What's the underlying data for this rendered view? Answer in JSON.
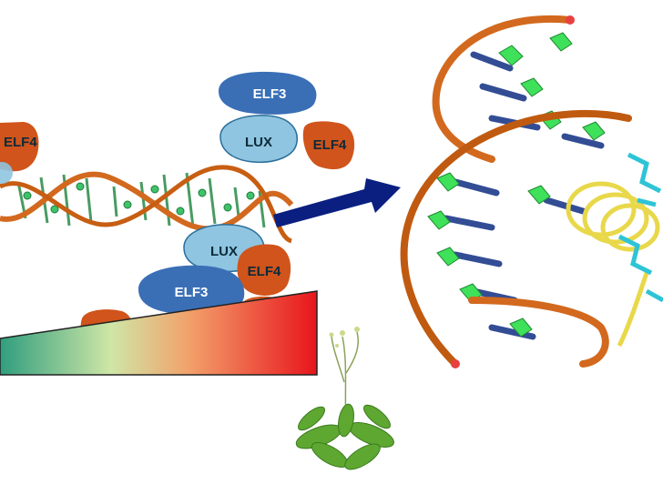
{
  "proteins": {
    "elf3": "ELF3",
    "lux": "LUX",
    "elf4": "ELF4"
  },
  "colors": {
    "elf3": "#3a6fb6",
    "lux": "#8fc5e0",
    "elf4": "#d0541b",
    "dna_backbone": "#d2691e",
    "dna_bases": "#3fc36a",
    "arrow": "#0a1f80",
    "helix_yellow": "#e8d84a",
    "helix_cyan": "#2ec4d6"
  },
  "icons": [
    "dna-double-helix",
    "protein-blob",
    "right-arrow",
    "temperature-gradient",
    "arabidopsis-plant",
    "dna-protein-3d-structure"
  ]
}
